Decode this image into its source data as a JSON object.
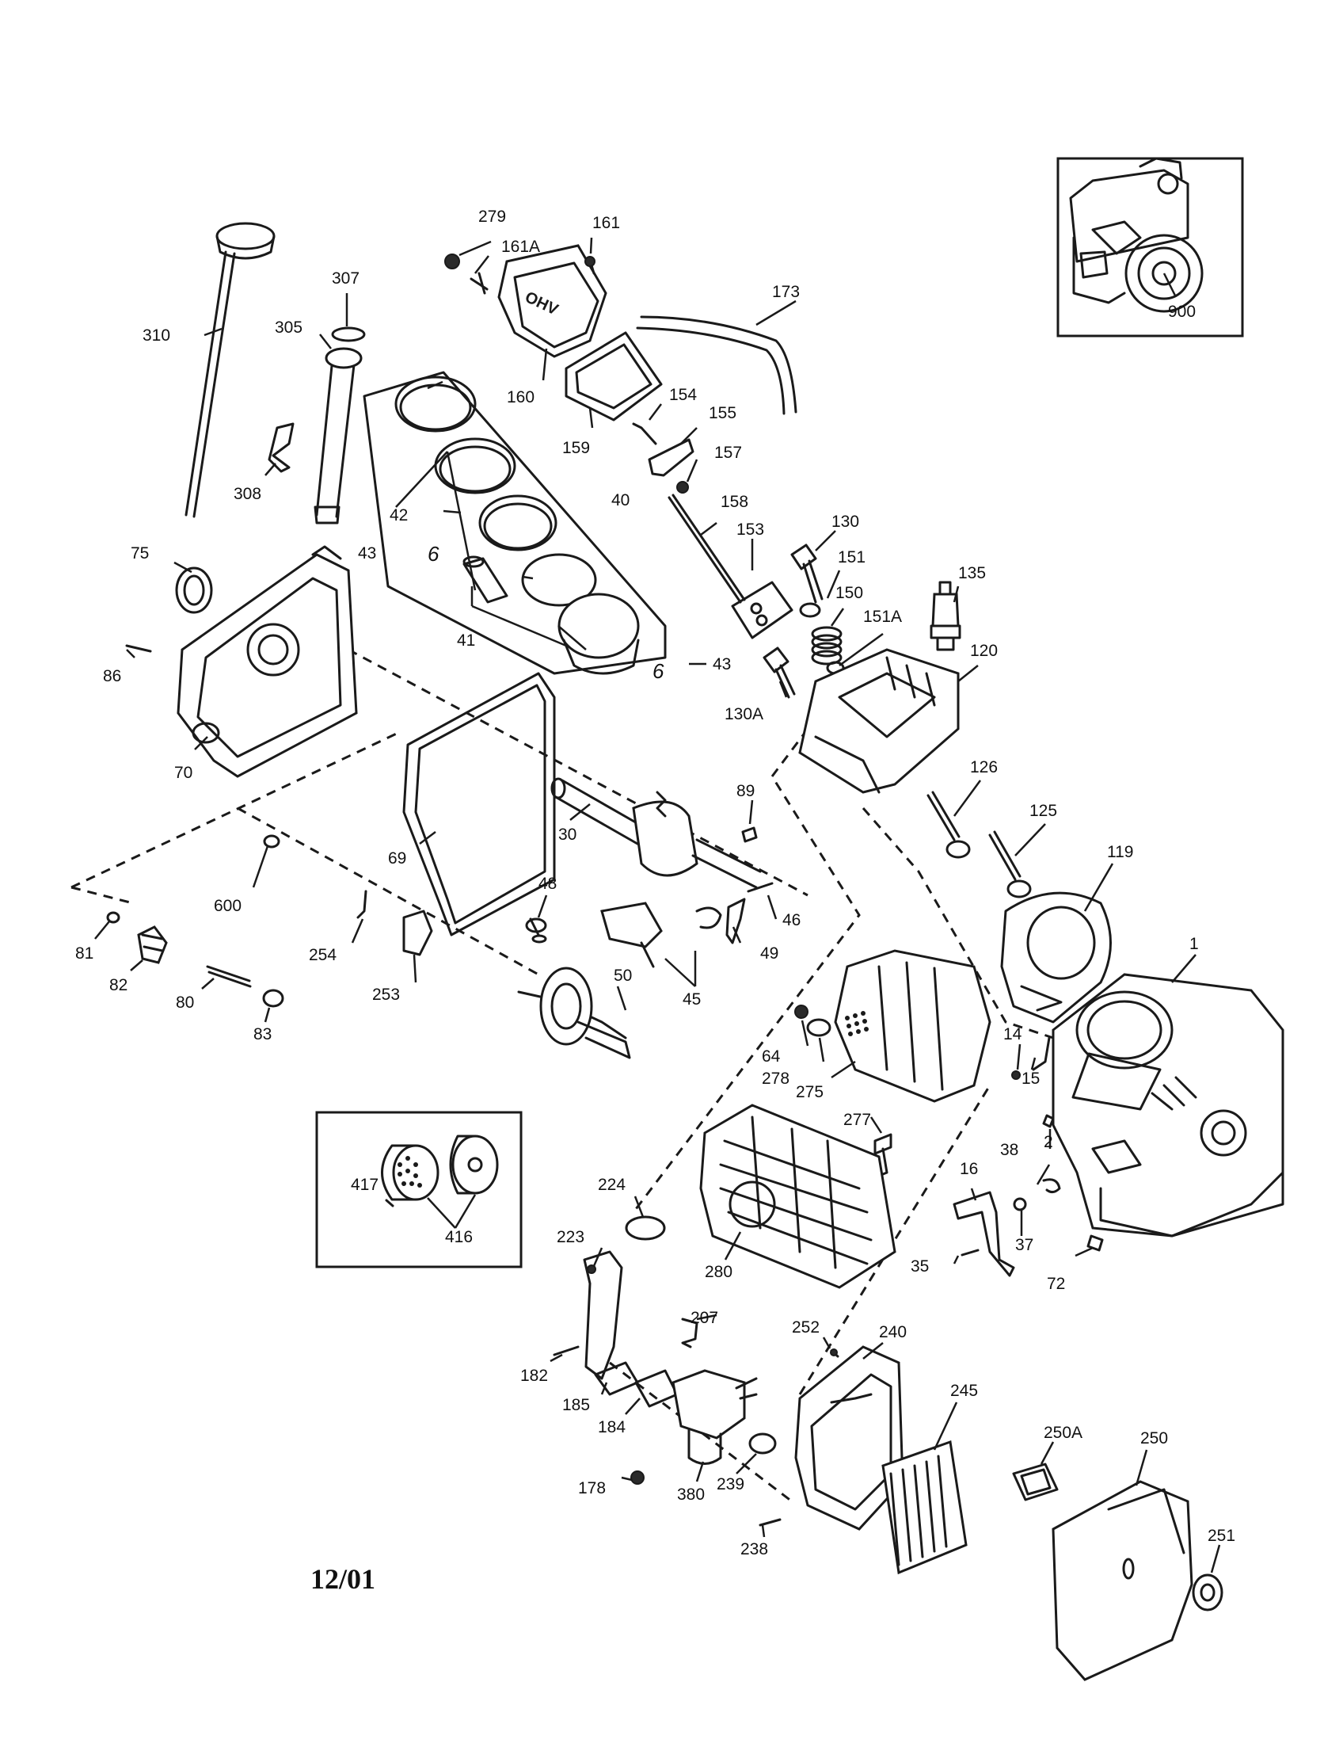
{
  "diagram": {
    "date_code": "12/01",
    "valve_cover_text": "OHV",
    "callouts": {
      "c1": "1",
      "c2": "2",
      "c14": "14",
      "c15": "15",
      "c16": "16",
      "c30": "30",
      "c35": "35",
      "c37": "37",
      "c38": "38",
      "c40": "40",
      "c41": "41",
      "c42": "42",
      "c43a": "43",
      "c43b": "43",
      "c45": "45",
      "c46": "46",
      "c48": "48",
      "c49": "49",
      "c50": "50",
      "c64": "64",
      "c69": "69",
      "c70": "70",
      "c72": "72",
      "c75": "75",
      "c80": "80",
      "c81": "81",
      "c82": "82",
      "c83": "83",
      "c86": "86",
      "c89": "89",
      "c119": "119",
      "c120": "120",
      "c125": "125",
      "c126": "126",
      "c130": "130",
      "c130a": "130A",
      "c135": "135",
      "c150": "150",
      "c151": "151",
      "c151a": "151A",
      "c153": "153",
      "c154": "154",
      "c155": "155",
      "c157": "157",
      "c158": "158",
      "c159": "159",
      "c160": "160",
      "c161": "161",
      "c161a": "161A",
      "c173": "173",
      "c178": "178",
      "c182": "182",
      "c184": "184",
      "c185": "185",
      "c207": "207",
      "c223": "223",
      "c224": "224",
      "c238": "238",
      "c239": "239",
      "c240": "240",
      "c245": "245",
      "c250": "250",
      "c250a": "250A",
      "c251": "251",
      "c252": "252",
      "c253": "253",
      "c254": "254",
      "c275": "275",
      "c277": "277",
      "c278": "278",
      "c279": "279",
      "c280": "280",
      "c305": "305",
      "c307": "307",
      "c308": "308",
      "c310": "310",
      "c380": "380",
      "c416": "416",
      "c417": "417",
      "c600": "600",
      "c900": "900"
    },
    "ring_marks": {
      "m1": "6",
      "m2": "6"
    }
  }
}
